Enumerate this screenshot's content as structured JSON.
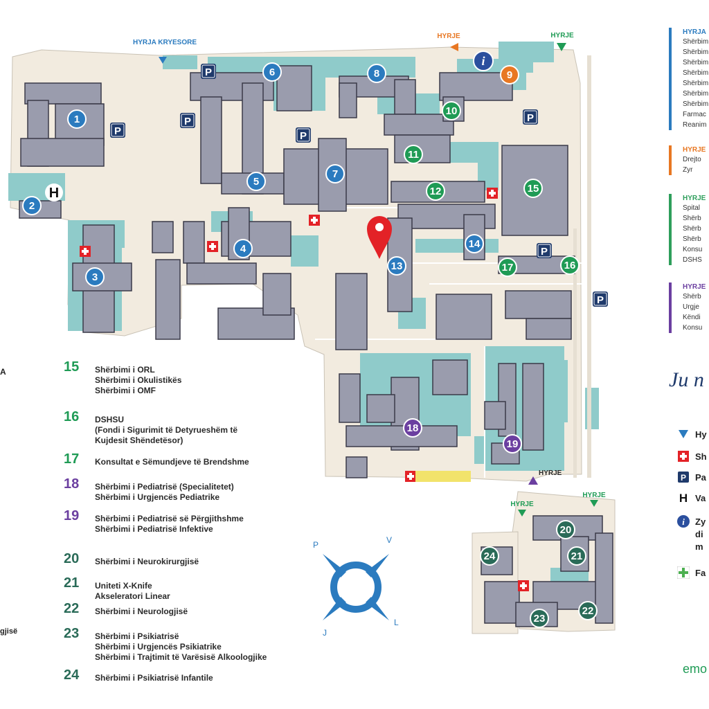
{
  "entrances": {
    "main": "HYRJA KRYESORE",
    "hyrje": "HYRJE"
  },
  "markers": [
    "1",
    "2",
    "3",
    "4",
    "5",
    "6",
    "7",
    "8",
    "9",
    "10",
    "11",
    "12",
    "13",
    "14",
    "15",
    "16",
    "17",
    "18",
    "19",
    "20",
    "21",
    "22",
    "23",
    "24"
  ],
  "symbols": {
    "H": "H",
    "P": "P",
    "info": "i"
  },
  "compass": {
    "P": "P",
    "V": "V",
    "L": "L",
    "J": "J"
  },
  "left_margin": {
    "letter": "A",
    "fragment": "gjisë"
  },
  "legend": [
    {
      "number": "15",
      "lines": [
        "Shërbimi i ORL",
        "Shërbimi i Okulistikës",
        "Shërbimi i OMF"
      ]
    },
    {
      "number": "16",
      "lines": [
        "DSHSU",
        "(Fondi i Sigurimit të Detyrueshëm të",
        "Kujdesit Shëndetësor)"
      ]
    },
    {
      "number": "17",
      "lines": [
        "Konsultat e Sëmundjeve të Brendshme"
      ]
    },
    {
      "number": "18",
      "lines": [
        "Shërbimi i Pediatrisë (Specialitetet)",
        "Shërbimi i Urgjencës Pediatrike"
      ]
    },
    {
      "number": "19",
      "lines": [
        "Shërbimi i Pediatrisë së Përgjithshme",
        "Shërbimi i Pediatrisë Infektive"
      ]
    },
    {
      "number": "20",
      "lines": [
        "Shërbimi i Neurokirurgjisë"
      ]
    },
    {
      "number": "21",
      "lines": [
        "Uniteti X-Knife",
        "Akseleratori Linear"
      ]
    },
    {
      "number": "22",
      "lines": [
        "Shërbimi i Neurologjisë"
      ]
    },
    {
      "number": "23",
      "lines": [
        "Shërbimi i Psikiatrisë",
        "Shërbimi i Urgjencës Psikiatrike",
        "Shërbimi i Trajtimit të Varësisë Alkoologjike"
      ]
    },
    {
      "number": "24",
      "lines": [
        "Shërbimi i Psikiatrisë Infantile"
      ]
    }
  ],
  "right_panels": [
    {
      "title": "HYRJA",
      "color": "#2b7bbf",
      "items": [
        "Shërbim",
        "Shërbim",
        "Shërbim",
        "Shërbim",
        "Shërbim",
        "Shërbim",
        "Shërbim",
        "Farmac",
        "Reanim"
      ]
    },
    {
      "title": "HYRJE",
      "color": "#e87722",
      "items": [
        "Drejto",
        "Zyr"
      ]
    },
    {
      "title": "HYRJE",
      "color": "#2e9e5b",
      "items": [
        "Spital",
        "Shërb",
        "Shërb",
        "Shërb",
        "Konsu",
        "DSHS"
      ]
    },
    {
      "title": "HYRJE",
      "color": "#6b3fa0",
      "items": [
        "Shërb",
        "Urgje",
        "Këndi",
        "Konsu"
      ]
    }
  ],
  "slogan": "Ju n",
  "key": [
    {
      "icon": "entrance-triangle-icon",
      "label": "Hy"
    },
    {
      "icon": "first-aid-cross-icon",
      "label": "Sh"
    },
    {
      "icon": "parking-icon",
      "label": "Pa"
    },
    {
      "icon": "helipad-h-icon",
      "label": "Va"
    },
    {
      "icon": "info-icon",
      "label": "Zy",
      "extra": [
        "di",
        "m"
      ]
    },
    {
      "icon": "pharmacy-cross-icon",
      "label": "Fa"
    }
  ],
  "brand": "emo",
  "colors": {
    "background": "#ffffff",
    "ground": "#f2ebdf",
    "building": "#9a9cad",
    "green_area": "#8fcbca",
    "blue_marker": "#2b7bbf",
    "green_marker": "#1f9b55",
    "purple_marker": "#6b3fa0",
    "orange_marker": "#e87722",
    "dark_marker": "#2a6b58",
    "red_pin": "#e32227",
    "navy_parking": "#1f3a6b"
  }
}
